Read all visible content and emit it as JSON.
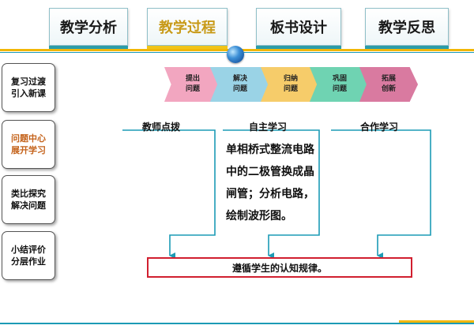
{
  "tabs": [
    {
      "label": "教学分析",
      "active": false
    },
    {
      "label": "教学过程",
      "active": true
    },
    {
      "label": "板书设计",
      "active": false
    },
    {
      "label": "教学反思",
      "active": false
    }
  ],
  "sidebar": {
    "items": [
      {
        "line1": "复习过渡",
        "line2": "引入新课"
      },
      {
        "line1": "问题中心",
        "line2": "展开学习"
      },
      {
        "line1": "类比探究",
        "line2": "解决问题"
      },
      {
        "line1": "小结评价",
        "line2": "分层作业"
      }
    ],
    "active_index": 1
  },
  "stages": [
    {
      "line1": "提出",
      "line2": "问题",
      "color": "#f2a6c0"
    },
    {
      "line1": "解决",
      "line2": "问题",
      "color": "#9ad3e6"
    },
    {
      "line1": "归纳",
      "line2": "问题",
      "color": "#f6cc6a"
    },
    {
      "line1": "巩固",
      "line2": "问题",
      "color": "#6fd3b2"
    },
    {
      "line1": "拓展",
      "line2": "创新",
      "color": "#d97aa0"
    }
  ],
  "columns": {
    "teacher": "教师点拨",
    "self": "自主学习",
    "cooperative": "合作学习"
  },
  "note": "单相桥式整流电路中的二极管换成晶闸管；分析电路，绘制波形图。",
  "conclusion": "遵循学生的认知规律。",
  "colors": {
    "accent_gold": "#f2b705",
    "accent_teal": "#1c9bb5",
    "conclusion_border": "#d11f2f"
  }
}
